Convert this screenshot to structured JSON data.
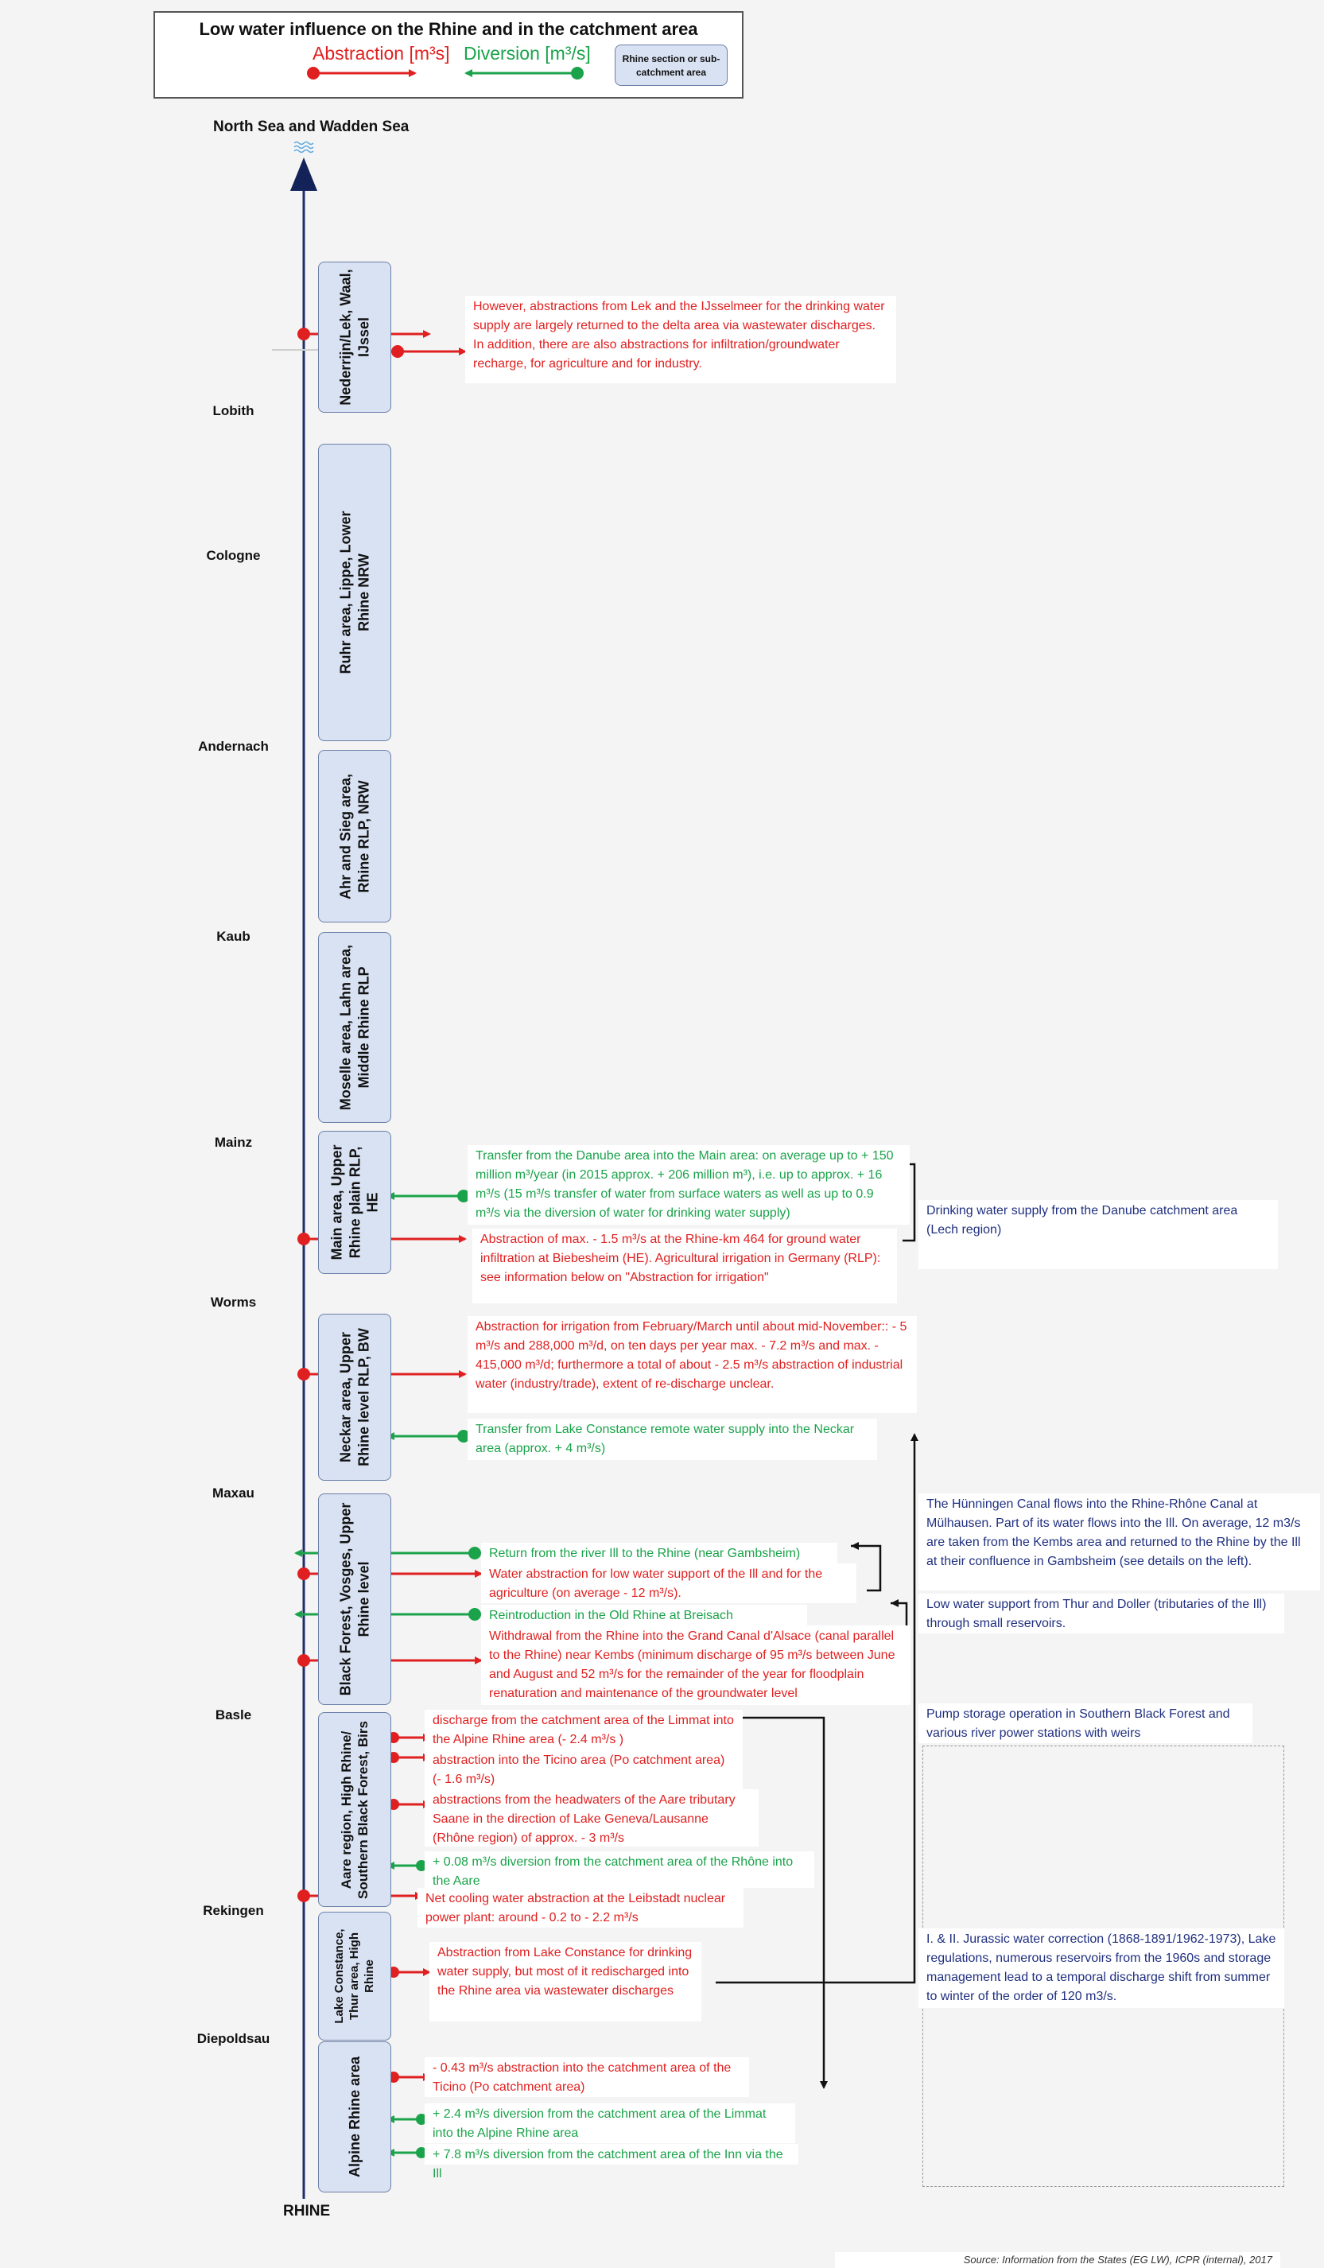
{
  "legend": {
    "title": "Low water influence on the Rhine and in the catchment area",
    "abstraction_label": "Abstraction [m³s]",
    "diversion_label": "Diversion [m³/s]",
    "section_sample_label": "Rhine section or sub-catchment area"
  },
  "colors": {
    "abstraction": "#e02020",
    "diversion": "#1aa34a",
    "river": "#1f2d6b",
    "section_fill": "#d9e2f3",
    "note_navy": "#203080"
  },
  "sea_label": "North Sea and Wadden Sea",
  "river_label": "RHINE",
  "stations": [
    "Lobith",
    "Cologne",
    "Andernach",
    "Kaub",
    "Mainz",
    "Worms",
    "Maxau",
    "Basle",
    "Rekingen",
    "Diepoldsau"
  ],
  "sections": [
    "Nederrijn/Lek, Waal, IJssel",
    "Ruhr area, Lippe, Lower Rhine NRW",
    "Ahr and Sieg area, Rhine RLP, NRW",
    "Moselle area, Lahn area, Middle Rhine RLP",
    "Main area, Upper Rhine plain RLP, HE",
    "Neckar area, Upper Rhine level RLP, BW",
    "Black Forest, Vosges, Upper Rhine level",
    "Aare region, High Rhine/ Southern Black Forest, Birs",
    "Lake Constance, Thur area, High Rhine",
    "Alpine Rhine area"
  ],
  "notes": {
    "delta": "However, abstractions from Lek and the IJsselmeer for the drinking water supply are largely returned to the delta area via wastewater discharges. In addition, there are also abstractions for infiltration/groundwater recharge, for agriculture and for industry.",
    "main_transfer": "Transfer from the Danube area into the Main area: on average up to + 150 million m³/year (in 2015 approx. + 206 million m³), i.e. up to approx. + 16 m³/s (15 m³/s transfer of water from surface waters as well as up to 0.9 m³/s via the diversion of water for drinking water supply)",
    "main_abstraction": "Abstraction of max. - 1.5 m³/s at the Rhine-km 464 for ground water infiltration at Biebesheim (HE). Agricultural irrigation in Germany (RLP): see information below on \"Abstraction for irrigation\"",
    "danube_side": "Drinking water supply from the Danube catchment area (Lech region)",
    "neckar_irrigation": "Abstraction for irrigation from February/March until about mid-November:: - 5 m³/s and 288,000 m³/d, on ten days per year max. - 7.2 m³/s and max. - 415,000 m³/d;  furthermore a total of about - 2.5 m³/s abstraction of industrial water (industry/trade), extent of re-discharge unclear.",
    "neckar_transfer": "Transfer from Lake Constance remote water supply into the Neckar area (approx. + 4 m³/s)",
    "ill_return": "Return from the river Ill to the Rhine (near Gambsheim)",
    "ill_abstraction": "Water abstraction for low water support of the Ill and for the agriculture (on average - 12 m³/s).",
    "breisach": "Reintroduction in the Old Rhine at Breisach",
    "kembs": "Withdrawal from the Rhine into the Grand Canal d'Alsace (canal parallel to the Rhine) near Kembs (minimum discharge of 95 m³/s between June and August and 52 m³/s for the remainder of the year for floodplain renaturation and maintenance of the groundwater level",
    "huningen": "The Hünningen Canal flows into the Rhine-Rhône Canal at Mülhausen. Part of its water flows into the Ill. On average, 12 m3/s are taken from the Kembs area and returned to the Rhine by the Ill at their confluence in Gambsheim (see details on the left).",
    "thur_doller": "Low water support from Thur and Doller (tributaries of the Ill) through small reservoirs.",
    "limmat": "discharge from the catchment area of the Limmat into the Alpine Rhine area (- 2.4 m³/s )",
    "ticino": "abstraction into the Ticino area (Po catchment area) (- 1.6 m³/s)",
    "saane": "abstractions from the headwaters of the Aare tributary Saane in the direction of Lake Geneva/Lausanne (Rhône region) of approx. - 3 m³/s",
    "rhone": "+ 0.08 m³/s diversion from the catchment area of the Rhône into the Aare",
    "leibstadt": "Net cooling water abstraction at the Leibstadt nuclear power plant: around - 0.2 to - 2.2 m³/s",
    "pump_storage": "Pump storage operation in Southern Black Forest and various river power stations with weirs",
    "jura": "I. & II. Jurassic water correction (1868-1891/1962-1973), Lake regulations, numerous reservoirs from the 1960s and storage management lead to a temporal discharge shift from summer to winter of the order of 120 m3/s.",
    "lake_constance": "Abstraction from Lake Constance for drinking water supply, but most of it redischarged into the Rhine area via wastewater discharges",
    "alpine_ticino": "- 0.43 m³/s abstraction into the catchment area of the Ticino (Po catchment area)",
    "alpine_limmat": "+ 2.4 m³/s diversion from the catchment area of the Limmat into the Alpine Rhine area",
    "alpine_inn": "+ 7.8 m³/s diversion from the catchment area of the Inn via the Ill"
  },
  "source": "Source: Information from the States (EG LW), ICPR (internal), 2017"
}
